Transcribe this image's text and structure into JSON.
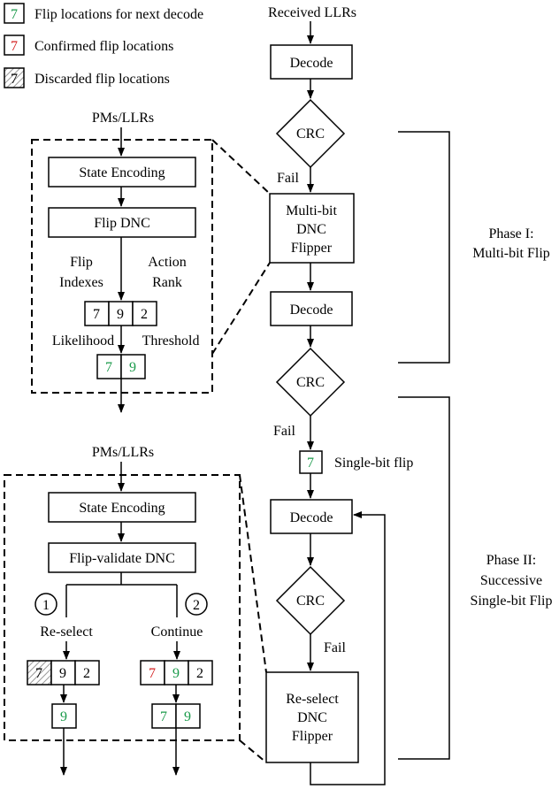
{
  "legend": {
    "next_label": "Flip locations for next decode",
    "confirmed_label": "Confirmed flip locations",
    "discarded_label": "Discarded flip locations",
    "sample_digit": "7"
  },
  "colors": {
    "next": "#1a9a4a",
    "confirmed": "#d42020",
    "discarded": "#000000"
  },
  "main": {
    "input_label": "Received LLRs",
    "decode_label": "Decode",
    "crc_label": "CRC",
    "fail_label": "Fail",
    "multibit_flipper": [
      "Multi-bit",
      "DNC",
      "Flipper"
    ],
    "singlebit_flip_digit": "7",
    "singlebit_flip_label": "Single-bit flip",
    "reselect_flipper": [
      "Re-select",
      "DNC",
      "Flipper"
    ]
  },
  "phases": {
    "phase1": [
      "Phase I:",
      "Multi-bit Flip"
    ],
    "phase2": [
      "Phase II:",
      "Successive",
      "Single-bit Flip"
    ]
  },
  "detail1": {
    "input_label": "PMs/LLRs",
    "state_encoding": "State Encoding",
    "dnc": "Flip DNC",
    "left_caption": [
      "Flip",
      "Indexes"
    ],
    "right_caption": [
      "Action",
      "Rank"
    ],
    "indexes": [
      "7",
      "9",
      "2"
    ],
    "left_bottom_caption": "Likelihood",
    "right_bottom_caption": "Threshold",
    "selected": [
      "7",
      "9"
    ]
  },
  "detail2": {
    "input_label": "PMs/LLRs",
    "state_encoding": "State Encoding",
    "dnc": "Flip-validate DNC",
    "branch1_number": "1",
    "branch2_number": "2",
    "branch1_label": "Re-select",
    "branch2_label": "Continue",
    "branch1_indexes": [
      "7",
      "9",
      "2"
    ],
    "branch2_indexes": [
      "7",
      "9",
      "2"
    ],
    "branch1_result": [
      "9"
    ],
    "branch2_result": [
      "7",
      "9"
    ]
  }
}
